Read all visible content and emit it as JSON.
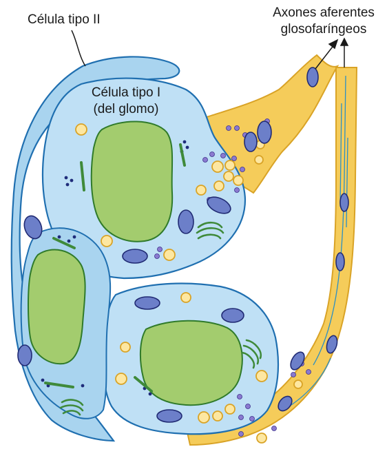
{
  "labels": {
    "type2": "Célula tipo II",
    "type1_line1": "Célula tipo I",
    "type1_line2": "(del glomo)",
    "axons_line1": "Axones aferentes",
    "axons_line2": "glosofaríngeos"
  },
  "colors": {
    "support_cell": "#a9d4ef",
    "glomus_cell": "#bfe0f5",
    "cell_outline": "#1f6fb0",
    "nucleus": "#a3cc6e",
    "nucleus_outline": "#2f7a2a",
    "axon": "#f5cc5a",
    "axon_outline": "#d9a326",
    "mitochondria": "#6c7fc9",
    "mitochondria_outline": "#202a73",
    "vesicle": "#fde7a1",
    "er": "#3f8a3a"
  }
}
